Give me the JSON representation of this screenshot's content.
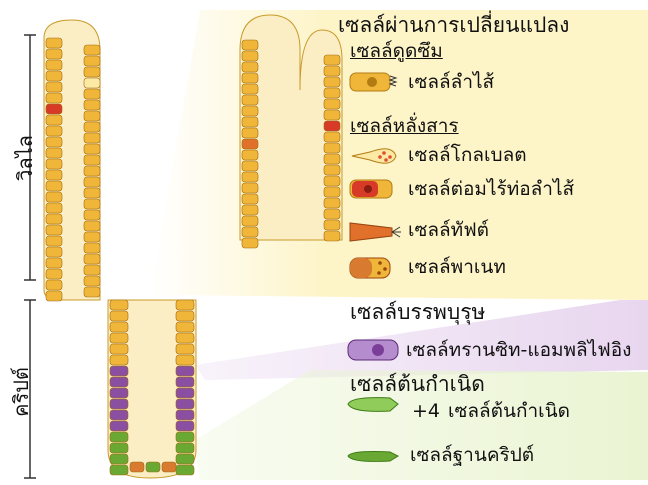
{
  "sections": {
    "transition": "เซลล์ผ่านการเปลี่ยนแปลง",
    "absorptive": "เซลล์ดูดซึม",
    "secretory": "เซลล์หลั่งสาร",
    "progenitor": "เซลล์บรรพบุรุษ",
    "stem": "เซลล์ต้นกำเนิด"
  },
  "items": {
    "enterocyte": "เซลล์ลำไส้",
    "goblet": "เซลล์โกลเบลต",
    "enteroendocrine": "เซลล์ต่อมไร้ท่อลำไส้",
    "tuft": "เซลล์ทัฟต์",
    "paneth": "เซลล์พาเนท",
    "transit_amplifying": "เซลล์ทรานซิท-แอมพลิไฟอิง",
    "plus4_mark": "+4",
    "plus4_stem": "เซลล์ต้นกำเนิด",
    "crypt_base": "เซลล์ฐานคริปต์"
  },
  "side_labels": {
    "villus": "วิลไล",
    "crypt": "คริปต์"
  },
  "colors": {
    "enterocyte": "#f0b63a",
    "goblet_dots": "#e05030",
    "enteroendocrine": "#d83a28",
    "tuft": "#e0702a",
    "paneth": "#d87a30",
    "transit": "#8a4fa0",
    "stem": "#6aa834",
    "band_yellow": "#fdf3c2",
    "band_purple": "#e8d6ef",
    "band_green": "#eaf4d2"
  }
}
